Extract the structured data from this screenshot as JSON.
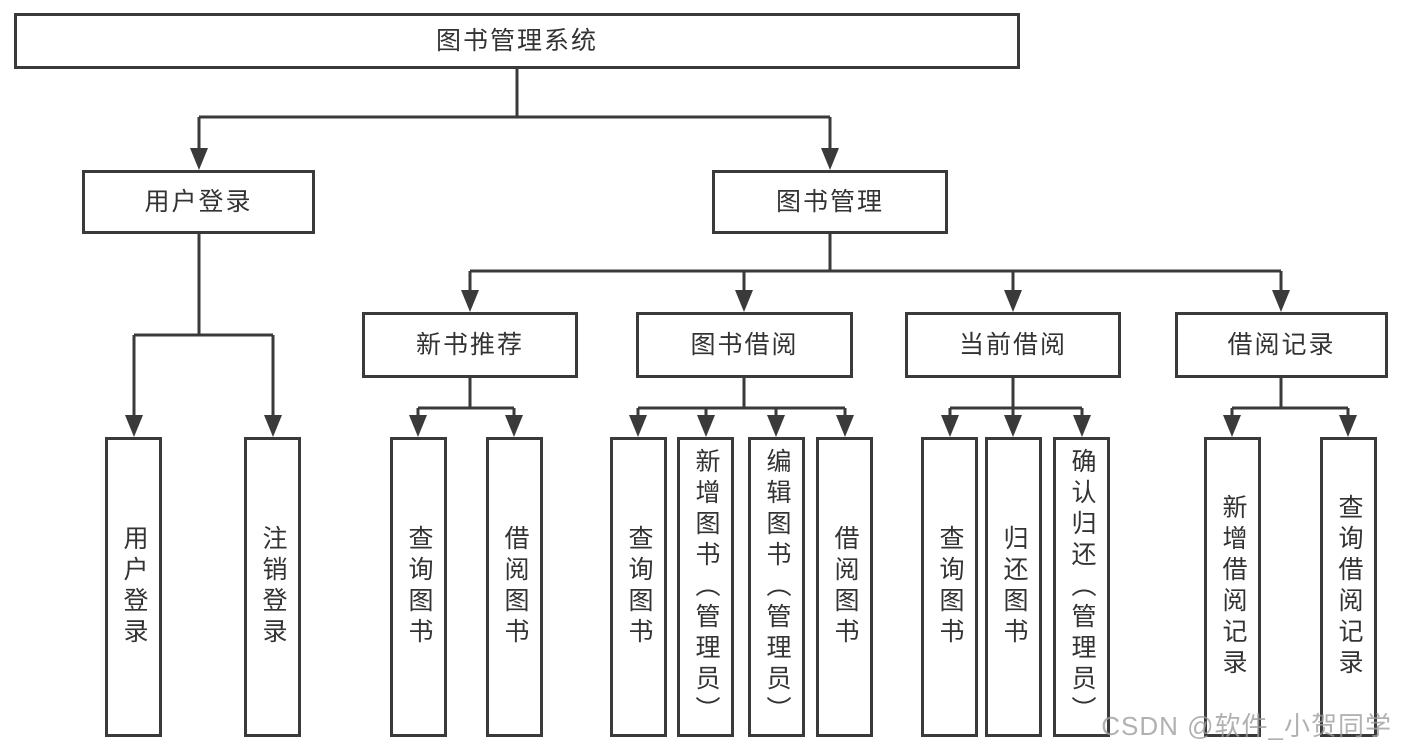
{
  "diagram": {
    "root": "图书管理系统",
    "branches": [
      {
        "label": "用户登录",
        "children": [
          "用户登录",
          "注销登录"
        ]
      },
      {
        "label": "图书管理",
        "groups": [
          {
            "label": "新书推荐",
            "children": [
              "查询图书",
              "借阅图书"
            ]
          },
          {
            "label": "图书借阅",
            "children": [
              "查询图书",
              "新增图书（管理员）",
              "编辑图书（管理员）",
              "借阅图书"
            ]
          },
          {
            "label": "当前借阅",
            "children": [
              "查询图书",
              "归还图书",
              "确认归还（管理员）"
            ]
          },
          {
            "label": "借阅记录",
            "children": [
              "新增借阅记录",
              "查询借阅记录"
            ]
          }
        ]
      }
    ]
  },
  "watermark": "CSDN @软件_小贺同学",
  "colors": {
    "line": "#3a3a3a",
    "text": "#333333",
    "background": "#ffffff",
    "watermark": "#9e9e9e"
  }
}
